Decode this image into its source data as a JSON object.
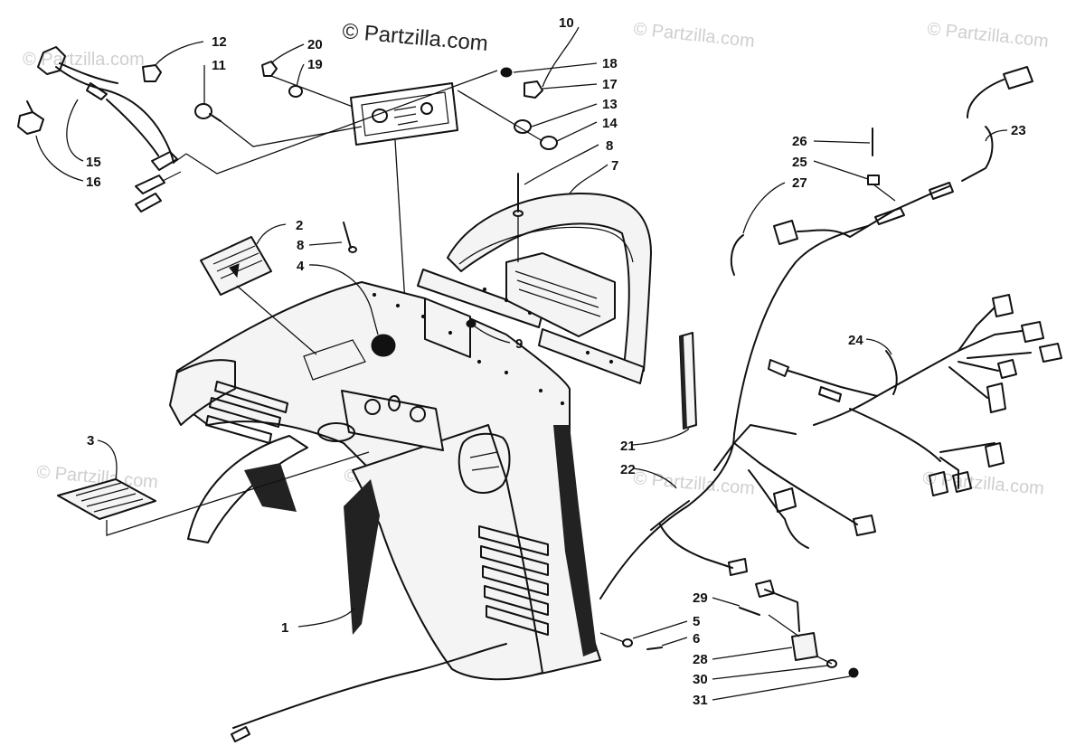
{
  "watermarks": {
    "main": "© Partzilla.com",
    "faint": "© Partzilla.com"
  },
  "callouts": {
    "c1": "1",
    "c2": "2",
    "c3": "3",
    "c4": "4",
    "c5": "5",
    "c6": "6",
    "c7": "7",
    "c8a": "8",
    "c8b": "8",
    "c9": "9",
    "c10": "10",
    "c11": "11",
    "c12": "12",
    "c13": "13",
    "c14": "14",
    "c15": "15",
    "c16": "16",
    "c17": "17",
    "c18": "18",
    "c19": "19",
    "c20": "20",
    "c21": "21",
    "c22": "22",
    "c23": "23",
    "c24": "24",
    "c25": "25",
    "c26": "26",
    "c27": "27",
    "c28": "28",
    "c29": "29",
    "c30": "30",
    "c31": "31"
  },
  "colors": {
    "ink": "#111111",
    "watermark": "#cfcfcf",
    "background": "#ffffff"
  }
}
